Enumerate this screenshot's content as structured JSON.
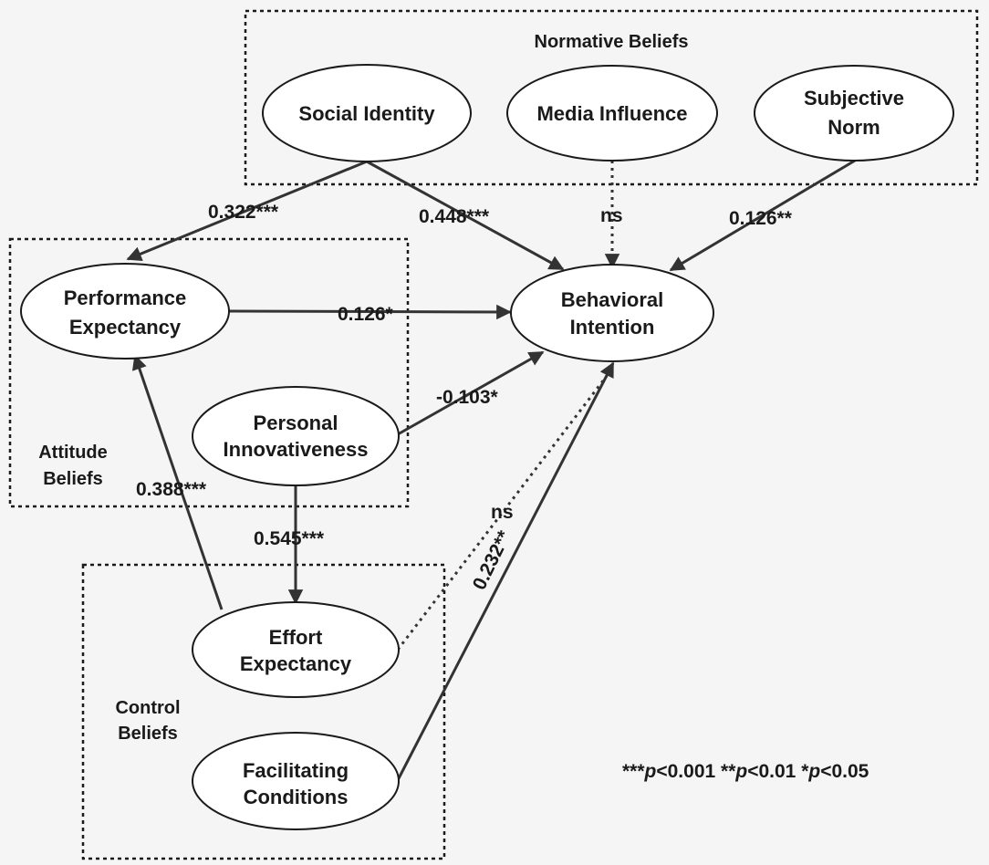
{
  "groups": {
    "normative": {
      "label": "Normative Beliefs"
    },
    "attitude": {
      "label_line1": "Attitude",
      "label_line2": "Beliefs"
    },
    "control": {
      "label_line1": "Control",
      "label_line2": "Beliefs"
    }
  },
  "nodes": {
    "social_identity": {
      "line1": "Social Identity"
    },
    "media_influence": {
      "line1": "Media Influence"
    },
    "subjective_norm": {
      "line1": "Subjective",
      "line2": "Norm"
    },
    "performance_expectancy": {
      "line1": "Performance",
      "line2": "Expectancy"
    },
    "behavioral_intention": {
      "line1": "Behavioral",
      "line2": "Intention"
    },
    "personal_innovativeness": {
      "line1": "Personal",
      "line2": "Innovativeness"
    },
    "effort_expectancy": {
      "line1": "Effort",
      "line2": "Expectancy"
    },
    "facilitating_conditions": {
      "line1": "Facilitating",
      "line2": "Conditions"
    }
  },
  "edges": {
    "si_to_pe": {
      "label": "0.322***"
    },
    "si_to_bi": {
      "label": "0.448***"
    },
    "mi_to_bi": {
      "label": "ns"
    },
    "sn_to_bi": {
      "label": "0.126**"
    },
    "pe_to_bi": {
      "label": "0.126*"
    },
    "pi_to_bi": {
      "label": "-0.103*"
    },
    "ee_to_pe": {
      "label": "0.388***"
    },
    "pi_to_ee": {
      "label": "0.545***"
    },
    "ee_to_bi": {
      "label": "ns"
    },
    "fc_to_bi": {
      "label": "0.232**"
    }
  },
  "legend": {
    "stars3": "***",
    "p1": "p",
    "v1": "<0.001 ",
    "stars2": "**",
    "p2": "p",
    "v2": "<0.01 ",
    "stars1": "*",
    "p3": "p",
    "v3": "<0.05"
  }
}
